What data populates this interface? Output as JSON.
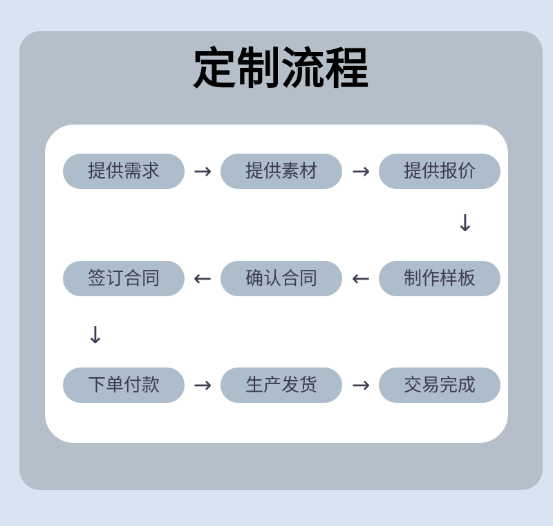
{
  "theme": {
    "page_background": "#d8e4f0",
    "card_background": "#b4bfc9",
    "panel_background": "#ffffff",
    "pill_background": "#aebdcc",
    "pill_text_color": "#3b3d4f",
    "arrow_color": "#3e4055",
    "title_color": "#000000"
  },
  "header": {
    "title": "定制流程"
  },
  "flow": {
    "rows": [
      {
        "direction": "right",
        "arrow_glyph": "→",
        "steps": [
          {
            "label": "提供需求"
          },
          {
            "label": "提供素材"
          },
          {
            "label": "提供报价"
          }
        ]
      },
      {
        "direction": "left",
        "arrow_glyph": "←",
        "steps": [
          {
            "label": "签订合同"
          },
          {
            "label": "确认合同"
          },
          {
            "label": "制作样板"
          }
        ]
      },
      {
        "direction": "right",
        "arrow_glyph": "→",
        "steps": [
          {
            "label": "下单付款"
          },
          {
            "label": "生产发货"
          },
          {
            "label": "交易完成"
          }
        ]
      }
    ],
    "connectors": [
      {
        "position": "right",
        "glyph": "↓"
      },
      {
        "position": "left",
        "glyph": "↓"
      }
    ]
  }
}
